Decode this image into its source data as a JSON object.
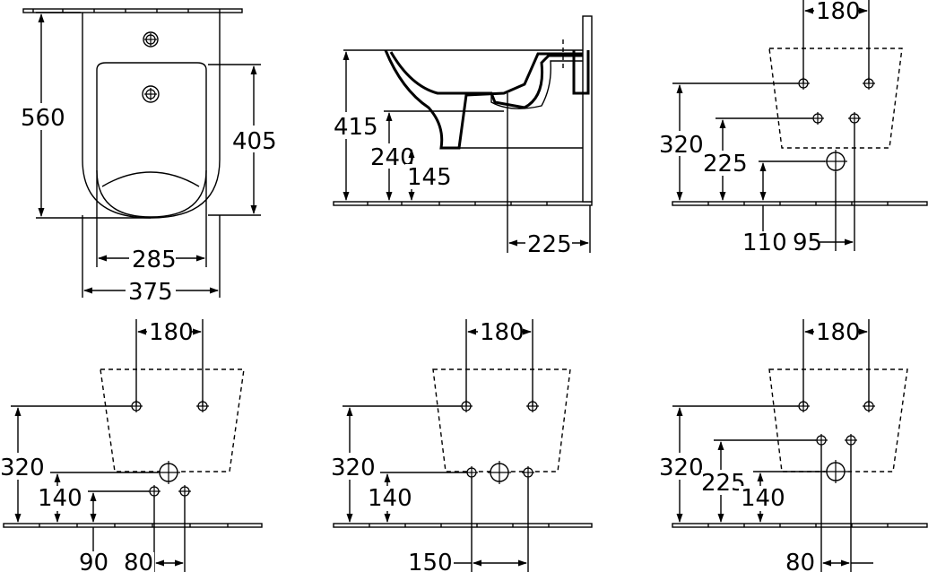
{
  "views": {
    "top_view": {
      "dim_width_outer": "375",
      "dim_width_inner": "285",
      "dim_length_outer": "560",
      "dim_length_inner": "405"
    },
    "side_view": {
      "dim_height_rim": "415",
      "dim_height_mid": "240",
      "dim_height_low": "145",
      "dim_depth": "225"
    },
    "wall_view_1": {
      "dim_spacing_top": "180",
      "dim_height_bolts": "320",
      "dim_height_mid": "225",
      "dim_height_low": "110",
      "dim_offset": "95"
    },
    "wall_view_2": {
      "dim_spacing_top": "180",
      "dim_height_bolts": "320",
      "dim_height_low": "140",
      "dim_height_floor": "90",
      "dim_spacing_low": "80"
    },
    "wall_view_3": {
      "dim_spacing_top": "180",
      "dim_height_bolts": "320",
      "dim_height_low": "140",
      "dim_spacing_low": "150"
    },
    "wall_view_4": {
      "dim_spacing_top": "180",
      "dim_height_bolts": "320",
      "dim_height_mid": "225",
      "dim_height_low": "140",
      "dim_spacing_low": "80"
    }
  }
}
